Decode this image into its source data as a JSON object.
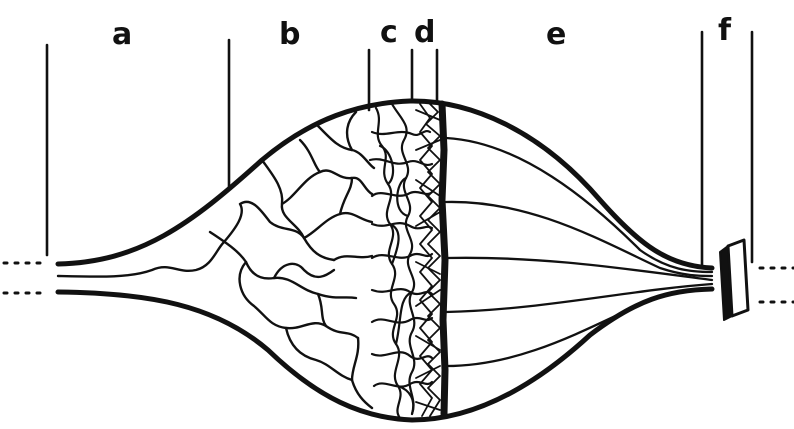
{
  "diagram": {
    "labels": [
      {
        "id": "a",
        "text": "a"
      },
      {
        "id": "b",
        "text": "b"
      },
      {
        "id": "c",
        "text": "c"
      },
      {
        "id": "d",
        "text": "d"
      },
      {
        "id": "e",
        "text": "e"
      },
      {
        "id": "f",
        "text": "f"
      }
    ],
    "ink_color": "#111111",
    "background_color": "#ffffff"
  }
}
